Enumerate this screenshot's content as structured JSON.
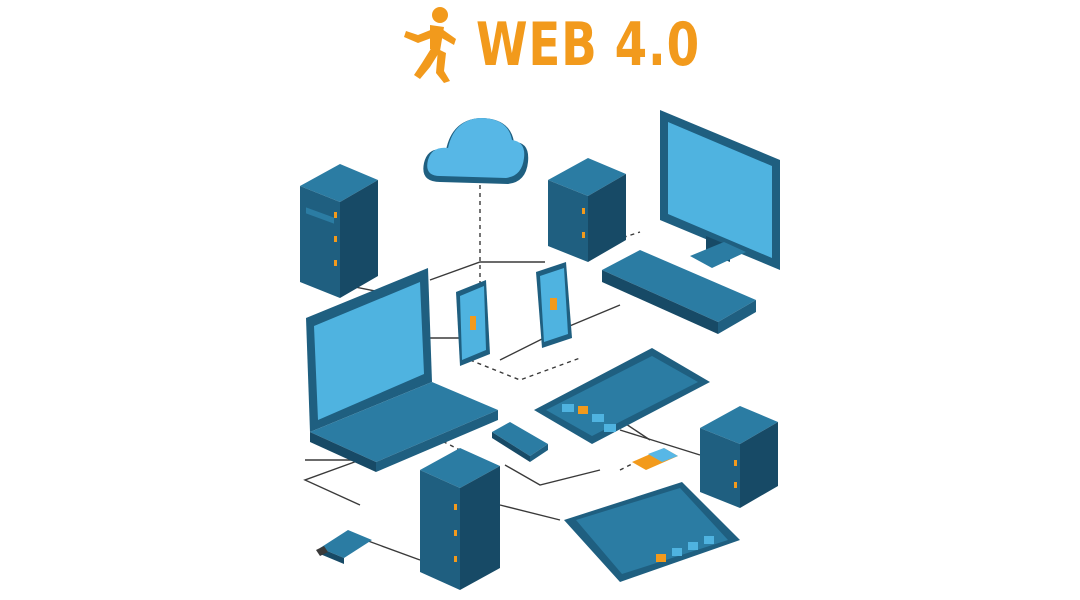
{
  "title": {
    "text": "WEB 4.0",
    "icon": "running-person-icon"
  },
  "colors": {
    "accent": "#f29a1c",
    "device_dark": "#1f5f80",
    "device_mid": "#2b7ca3",
    "screen": "#4fb3e0",
    "cloud": "#57b7e6",
    "line": "#3a3a3a"
  },
  "nodes": [
    {
      "id": "cloud",
      "kind": "cloud",
      "label": ""
    },
    {
      "id": "server-top-left",
      "kind": "server",
      "label": ""
    },
    {
      "id": "server-top-center",
      "kind": "server",
      "label": ""
    },
    {
      "id": "desktop-monitor",
      "kind": "monitor",
      "label": ""
    },
    {
      "id": "keyboard",
      "kind": "keyboard",
      "label": ""
    },
    {
      "id": "phone-left",
      "kind": "phone",
      "label": ""
    },
    {
      "id": "phone-right",
      "kind": "phone",
      "label": ""
    },
    {
      "id": "laptop",
      "kind": "laptop",
      "label": ""
    },
    {
      "id": "tablet-center",
      "kind": "tablet",
      "label": ""
    },
    {
      "id": "usb-drive-center",
      "kind": "usb",
      "label": ""
    },
    {
      "id": "memory-card",
      "kind": "card",
      "label": ""
    },
    {
      "id": "server-right",
      "kind": "server",
      "label": ""
    },
    {
      "id": "server-bottom",
      "kind": "server",
      "label": ""
    },
    {
      "id": "tablet-bottom",
      "kind": "tablet",
      "label": ""
    },
    {
      "id": "usb-drive-bottom-left",
      "kind": "usb",
      "label": ""
    }
  ]
}
